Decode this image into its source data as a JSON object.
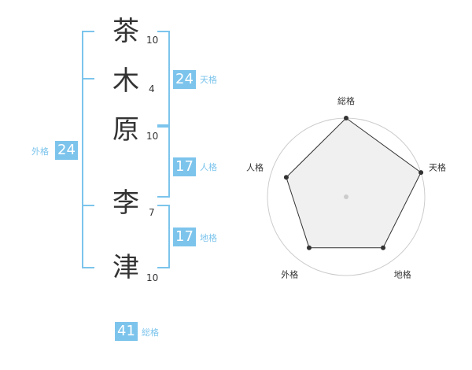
{
  "name": {
    "characters": [
      {
        "char": "茶",
        "strokes": "10"
      },
      {
        "char": "木",
        "strokes": "4"
      },
      {
        "char": "原",
        "strokes": "10"
      },
      {
        "char": "李",
        "strokes": "7"
      },
      {
        "char": "津",
        "strokes": "10"
      }
    ]
  },
  "fortunes": {
    "tenkaku": {
      "value": "24",
      "label": "天格"
    },
    "jinkaku": {
      "value": "17",
      "label": "人格"
    },
    "chikaku": {
      "value": "17",
      "label": "地格"
    },
    "gaikaku": {
      "value": "24",
      "label": "外格"
    },
    "soukaku": {
      "value": "41",
      "label": "総格"
    }
  },
  "colors": {
    "accent": "#7cc4ec",
    "text": "#333333",
    "grid": "#cccccc",
    "radar_fill": "#f0f0f0"
  },
  "chart_data": {
    "type": "radar",
    "axes": [
      "総格",
      "天格",
      "地格",
      "外格",
      "人格"
    ],
    "max": 5,
    "values": [
      5,
      5,
      4,
      4,
      4
    ]
  }
}
